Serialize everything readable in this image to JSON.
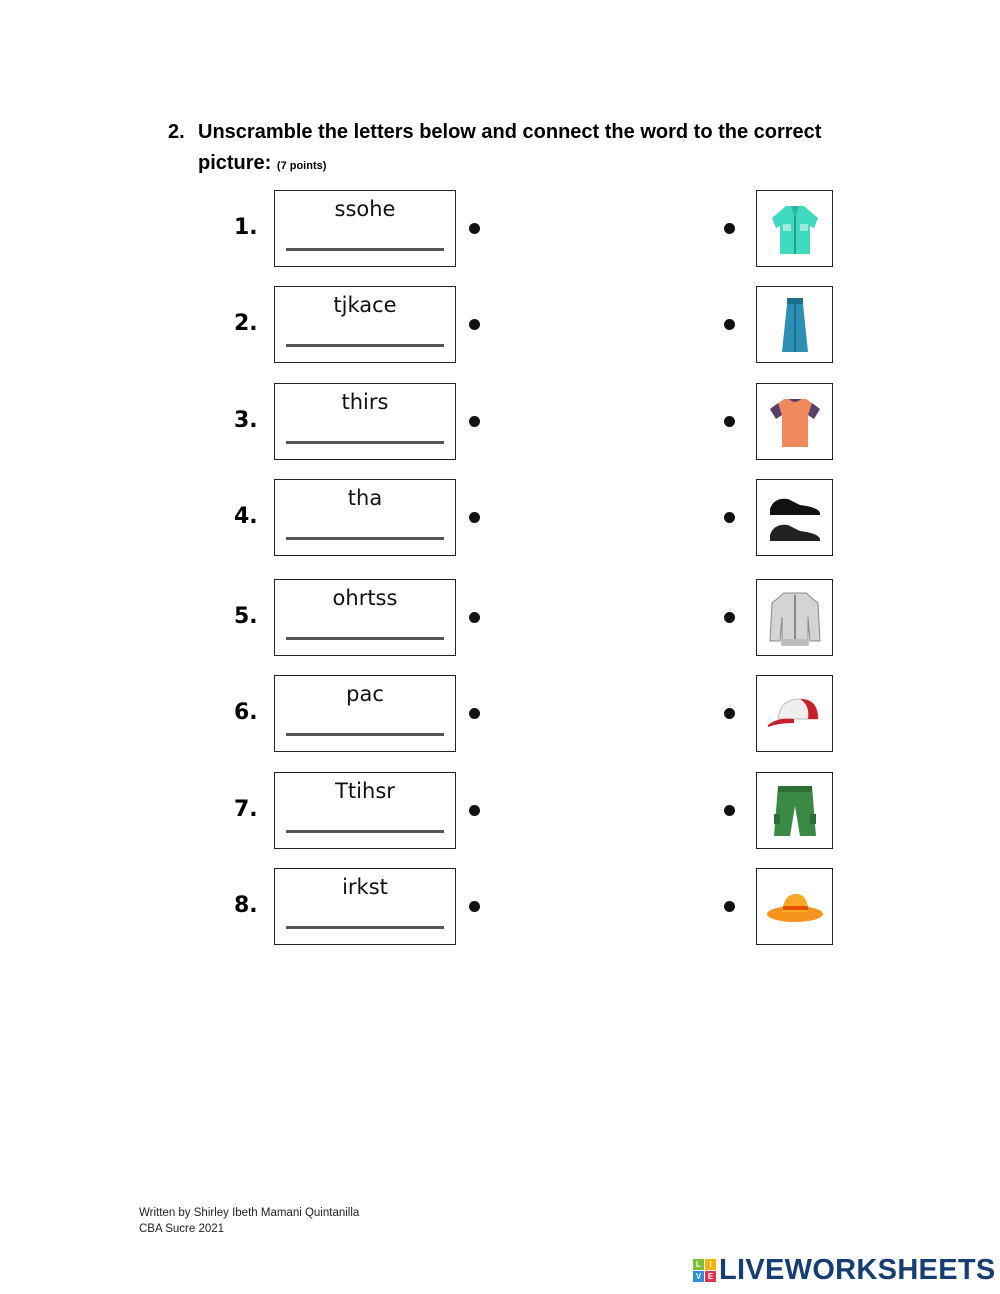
{
  "question": {
    "number": "2.",
    "text_line1": "Unscramble the letters below and connect the word to the correct",
    "text_line2": "picture:",
    "points": "(7 points)"
  },
  "rows": [
    {
      "number": "1.",
      "scrambled": "ssohe",
      "picture": "shirt-icon"
    },
    {
      "number": "2.",
      "scrambled": "tjkace",
      "picture": "skirt-icon"
    },
    {
      "number": "3.",
      "scrambled": "thirs",
      "picture": "t-shirt-icon"
    },
    {
      "number": "4.",
      "scrambled": "tha",
      "picture": "shoes-icon"
    },
    {
      "number": "5.",
      "scrambled": "ohrtss",
      "picture": "jacket-icon"
    },
    {
      "number": "6.",
      "scrambled": "pac",
      "picture": "cap-icon"
    },
    {
      "number": "7.",
      "scrambled": "Ttihsr",
      "picture": "shorts-icon"
    },
    {
      "number": "8.",
      "scrambled": "irkst",
      "picture": "hat-icon"
    }
  ],
  "footer": {
    "author": "Written by Shirley Ibeth Mamani Quintanilla",
    "school": "CBA Sucre 2021"
  },
  "logo": {
    "text": "LIVEWORKSHEETS",
    "blocks": [
      "L",
      "I",
      "V",
      "E"
    ],
    "colors": [
      "#7cbf3a",
      "#f5b400",
      "#2d8fd8",
      "#e0304a"
    ]
  }
}
